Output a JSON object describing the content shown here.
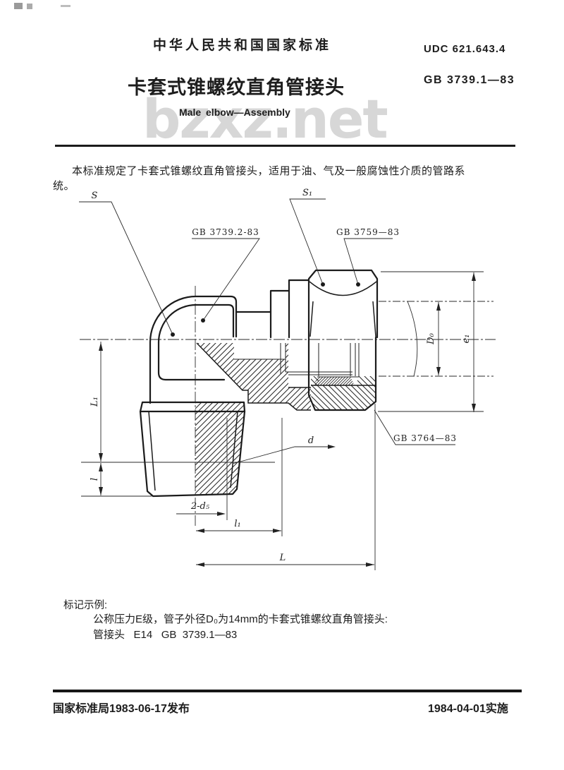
{
  "header": {
    "standard_name": "中华人民共和国国家标准",
    "udc": "UDC 621.643.4",
    "title": "卡套式锥螺纹直角管接头",
    "title_en": "Male elbow—Assembly",
    "std_no": "GB 3739.1—83"
  },
  "watermark": "bzxz.net",
  "scope": "本标准规定了卡套式锥螺纹直角管接头，适用于油、气及一般腐蚀性介质的管路系统。",
  "drawing": {
    "labels": {
      "s": "S",
      "s1": "S₁",
      "gb_body": "GB 3739.2-83",
      "gb_nut": "GB 3759—83",
      "gb_ferrule": "GB 3764—83",
      "d": "d",
      "d0": "D₀",
      "e1": "e₁",
      "L1": "L₁",
      "l": "l",
      "two_d5": "2-d₅",
      "l1": "l₁",
      "L": "L"
    }
  },
  "marking": {
    "heading": "标记示例:",
    "line1": "公称压力E级，管子外径D₀为14mm的卡套式锥螺纹直角管接头:",
    "line2": "管接头   E14   GB  3739.1—83"
  },
  "footer": {
    "issued": "国家标准局1983-06-17发布",
    "effective": "1984-04-01实施"
  }
}
